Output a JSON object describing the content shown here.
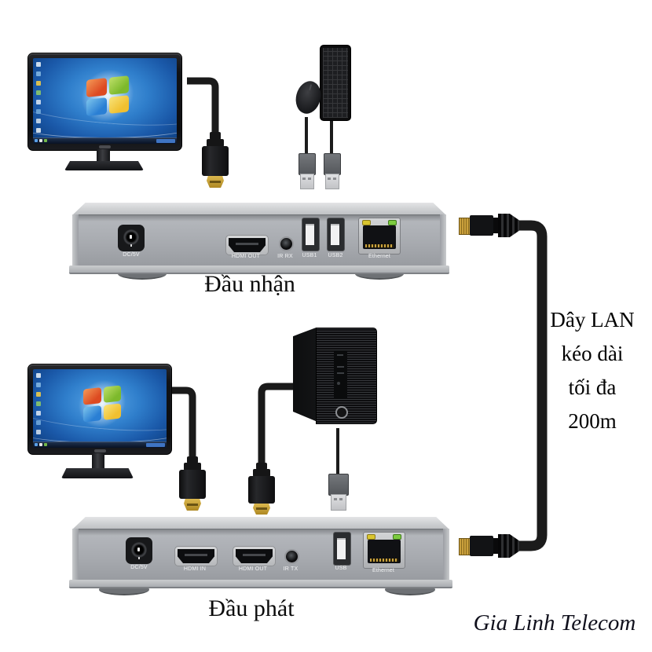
{
  "receiver": {
    "caption": "Đầu nhận",
    "ports": {
      "dc": "DC/5V",
      "hdmi_out": "HDMI OUT",
      "ir_rx": "IR RX",
      "usb1": "USB1",
      "usb2": "USB2",
      "ethernet": "Ethernet"
    }
  },
  "transmitter": {
    "caption": "Đầu phát",
    "ports": {
      "dc": "DC/5V",
      "hdmi_in": "HDMI IN",
      "hdmi_out": "HDMI OUT",
      "ir_tx": "IR TX",
      "usb": "USB",
      "ethernet": "Ethernet"
    }
  },
  "lan_note": {
    "line1": "Dây LAN",
    "line2": "kéo dài",
    "line3": "tối đa",
    "line4": "200m"
  },
  "watermark": "Gia Linh Telecom",
  "colors": {
    "background": "#ffffff",
    "device_silver": "#a8abb0",
    "cable_black": "#1b1b1b",
    "hdmi_gold": "#c9a23f",
    "led_yellow": "#d9c52f",
    "led_green": "#7ccb3f",
    "wallpaper_blue": "#2f7ecb"
  }
}
